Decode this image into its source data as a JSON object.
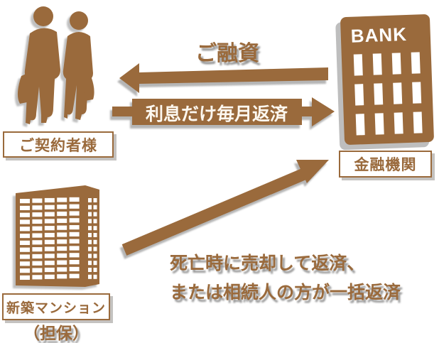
{
  "colors": {
    "brown": "#9a6a3c",
    "white": "#ffffff",
    "shadow_gray": "#8c8c8c"
  },
  "diagram": {
    "customer": {
      "label": "ご契約者様",
      "icon": "elderly-couple"
    },
    "bank": {
      "label": "金融機関",
      "sign": "BANK"
    },
    "property": {
      "label": "新築マンション",
      "note": "（担保）"
    },
    "loan_arrow": {
      "label": "ご融資"
    },
    "interest_arrow": {
      "label": "利息だけ毎月返済"
    },
    "repayment_note": {
      "line1": "死亡時に売却して返済、",
      "line2": "または相続人の方が一括返済"
    }
  }
}
